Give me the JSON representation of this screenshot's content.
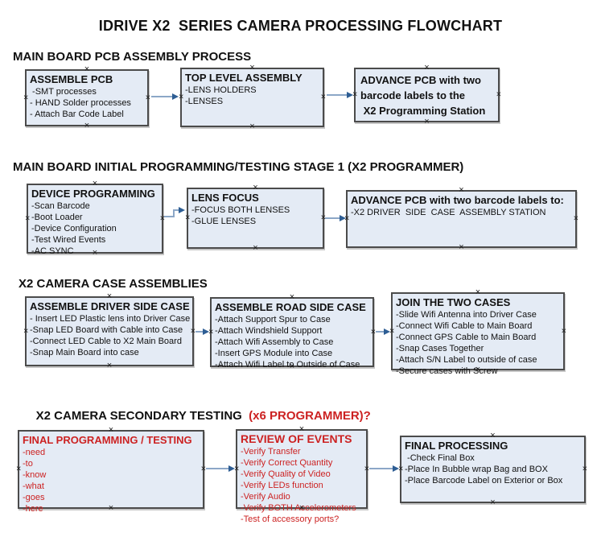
{
  "title": "IDRIVE X2  SERIES CAMERA PROCESSING FLOWCHART",
  "icons": {
    "handle": "×"
  },
  "colors": {
    "background": "#ffffff",
    "box_fill": "#e4ebf5",
    "box_border": "#4b4b4b",
    "text_black": "#111111",
    "accent_red": "#cc2222",
    "arrow_line": "#8ca7c7",
    "arrow_head": "#2e5e94"
  },
  "sections": [
    {
      "heading": "MAIN BOARD PCB ASSEMBLY PROCESS",
      "boxes": [
        {
          "title": "ASSEMBLE PCB",
          "lines": [
            " -SMT processes",
            "- HAND Solder processes",
            "- Attach Bar Code Label"
          ]
        },
        {
          "title": "TOP LEVEL ASSEMBLY",
          "lines": [
            "-LENS HOLDERS",
            "-LENSES"
          ]
        },
        {
          "title": "",
          "lines": [
            "ADVANCE PCB with two",
            "barcode labels to the",
            " X2 Programming Station"
          ]
        }
      ]
    },
    {
      "heading": "MAIN BOARD INITIAL PROGRAMMING/TESTING STAGE 1 (X2 PROGRAMMER)",
      "boxes": [
        {
          "title": "DEVICE PROGRAMMING",
          "lines": [
            "-Scan Barcode",
            "-Boot Loader",
            "-Device Configuration",
            "-Test Wired Events",
            "-AC SYNC"
          ]
        },
        {
          "title": "LENS FOCUS",
          "lines": [
            "-FOCUS BOTH LENSES",
            "-GLUE LENSES"
          ]
        },
        {
          "title": "ADVANCE PCB with two barcode labels to:",
          "lines": [
            "-X2 DRIVER  SIDE  CASE  ASSEMBLY STATION"
          ]
        }
      ]
    },
    {
      "heading": "X2 CAMERA CASE ASSEMBLIES",
      "boxes": [
        {
          "title": "ASSEMBLE DRIVER SIDE CASE",
          "lines": [
            "- Insert LED Plastic lens into Driver Case",
            "-Snap LED Board with Cable into Case",
            "-Connect LED Cable to X2 Main Board",
            "-Snap Main Board into case"
          ]
        },
        {
          "title": "ASSEMBLE ROAD SIDE CASE",
          "lines": [
            "-Attach Support Spur to Case",
            "-Attach Windshield Support",
            "-Attach Wifi Assembly to Case",
            "-Insert GPS Module into Case",
            "-Attach Wifi Label to Outside of Case"
          ]
        },
        {
          "title": "JOIN THE TWO CASES",
          "lines": [
            "-Slide Wifi Antenna into Driver Case",
            "-Connect Wifi Cable to Main Board",
            "-Connect GPS Cable to Main Board",
            "-Snap Cases Together",
            "-Attach S/N Label to outside of case",
            "-Secure cases with Screw"
          ]
        }
      ]
    },
    {
      "heading": "X2 CAMERA SECONDARY TESTING",
      "heading_red": "  (x6 PROGRAMMER)?",
      "boxes": [
        {
          "title": "FINAL PROGRAMMING / TESTING",
          "lines": [
            "-need",
            "-to",
            "-know",
            "-what",
            "-goes",
            "-here"
          ]
        },
        {
          "title": "REVIEW OF EVENTS",
          "lines": [
            "-Verify Transfer",
            "-Verify Correct Quantity",
            "-Verify Quality of Video",
            "-Verify LEDs function",
            "-Verify Audio",
            "-Verify BOTH Accelerometers",
            "-Test of accessory ports?"
          ]
        },
        {
          "title": "FINAL PROCESSING",
          "lines": [
            " -Check Final Box",
            "-Place In Bubble wrap Bag and BOX",
            "-Place Barcode Label on Exterior or Box"
          ]
        }
      ]
    }
  ]
}
